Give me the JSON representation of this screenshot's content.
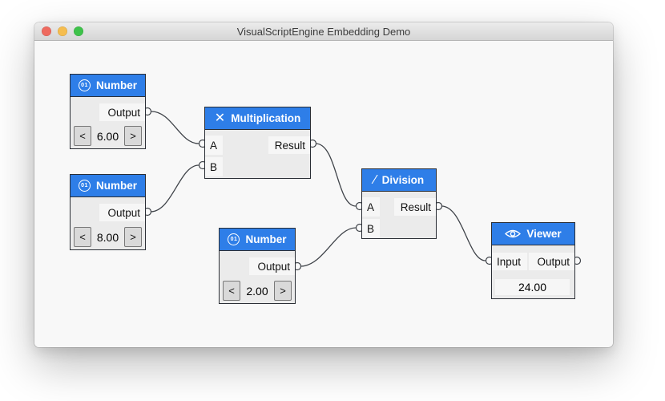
{
  "window": {
    "title": "VisualScriptEngine Embedding Demo"
  },
  "colors": {
    "header_blue": "#2e7ee8",
    "node_body": "#ebebeb",
    "slot_background": "#f6f6f6",
    "canvas_background": "#f8f8f8",
    "wire": "#3f4349",
    "traffic_red": "#ee6a5f",
    "traffic_yellow": "#f5bd4f",
    "traffic_green": "#3ec24a"
  },
  "nodes": [
    {
      "id": "number-1",
      "title": "Number",
      "icon": "number-01-icon",
      "icon_glyph": "01",
      "output_label": "Output",
      "value": "6.00",
      "decrement_label": "<",
      "increment_label": ">"
    },
    {
      "id": "number-2",
      "title": "Number",
      "icon": "number-01-icon",
      "icon_glyph": "01",
      "output_label": "Output",
      "value": "8.00",
      "decrement_label": "<",
      "increment_label": ">"
    },
    {
      "id": "multiplication",
      "title": "Multiplication",
      "icon": "multiply-icon",
      "icon_glyph": "✕",
      "input_labels": [
        "A",
        "B"
      ],
      "output_label": "Result"
    },
    {
      "id": "number-3",
      "title": "Number",
      "icon": "number-01-icon",
      "icon_glyph": "01",
      "output_label": "Output",
      "value": "2.00",
      "decrement_label": "<",
      "increment_label": ">"
    },
    {
      "id": "division",
      "title": "Division",
      "icon": "divide-icon",
      "icon_glyph": "∕",
      "input_labels": [
        "A",
        "B"
      ],
      "output_label": "Result"
    },
    {
      "id": "viewer",
      "title": "Viewer",
      "icon": "eye-icon",
      "input_label": "Input",
      "output_label": "Output",
      "value": "24.00"
    }
  ],
  "connections": [
    {
      "from": "number-1.Output",
      "to": "multiplication.A"
    },
    {
      "from": "number-2.Output",
      "to": "multiplication.B"
    },
    {
      "from": "multiplication.Result",
      "to": "division.A"
    },
    {
      "from": "number-3.Output",
      "to": "division.B"
    },
    {
      "from": "division.Result",
      "to": "viewer.Input"
    }
  ]
}
